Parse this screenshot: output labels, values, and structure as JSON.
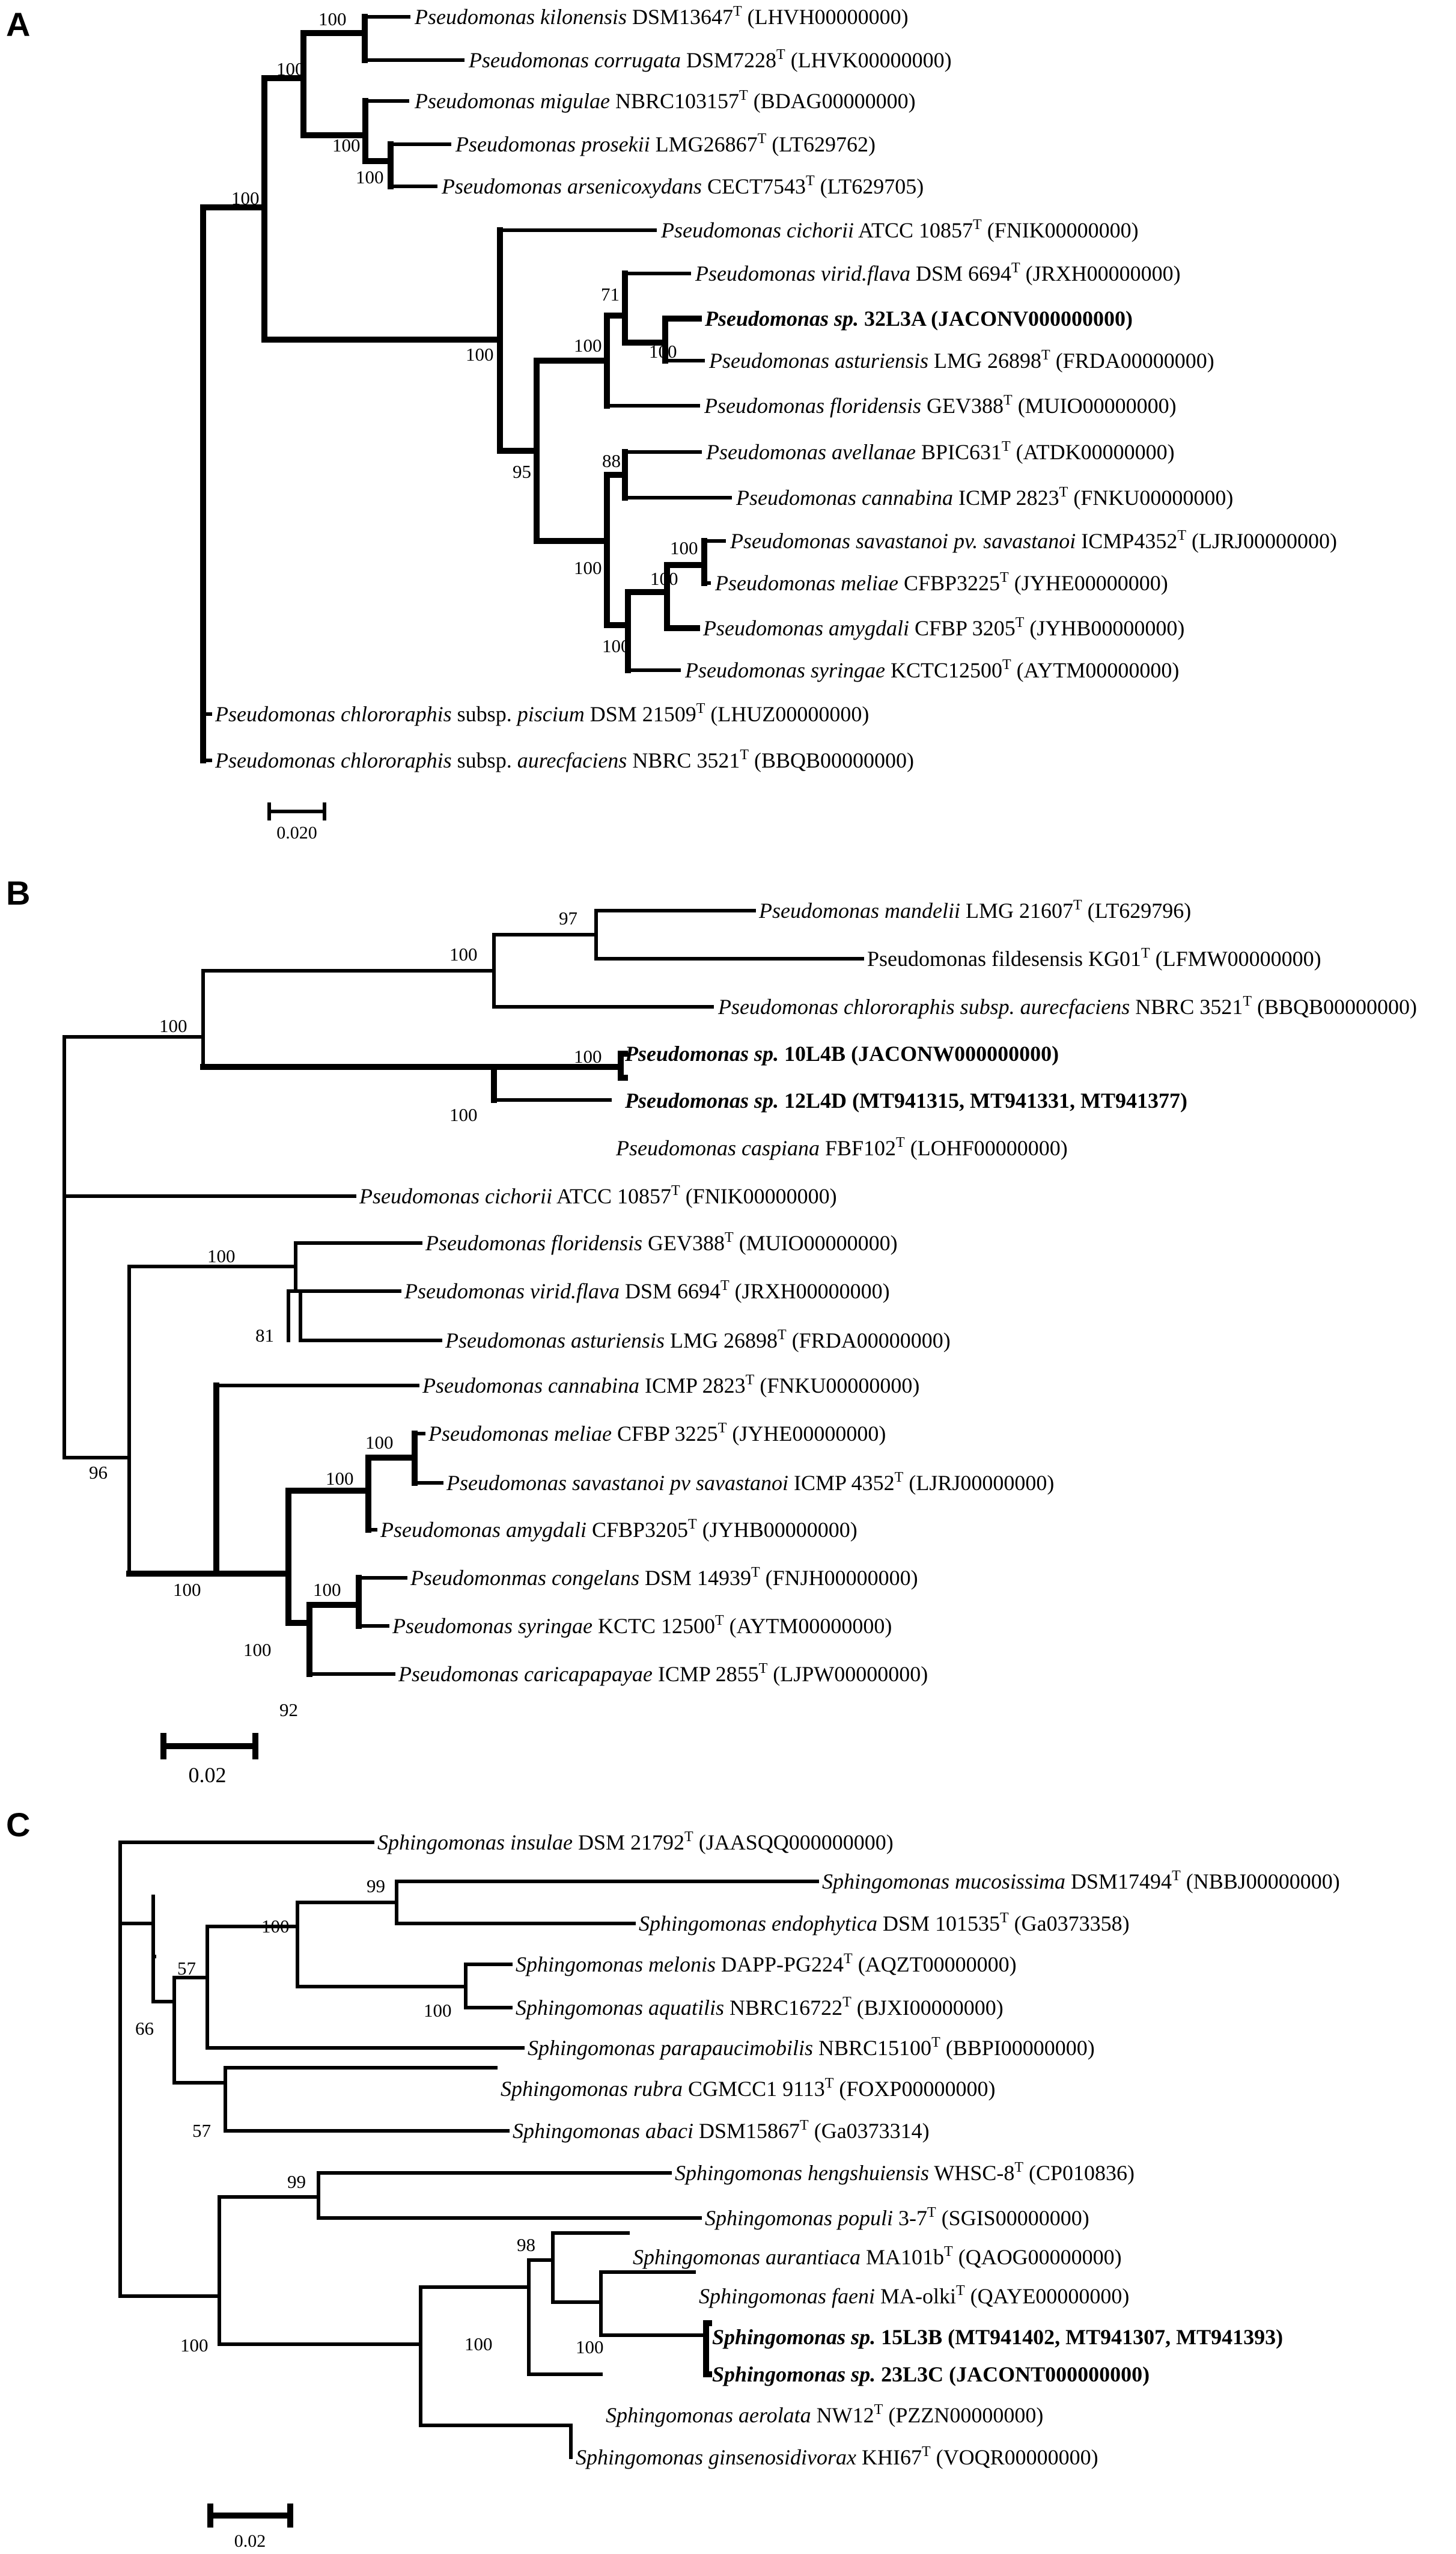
{
  "panels": [
    {
      "letter": "A",
      "scale_label": "0.020",
      "taxa": [
        {
          "id": "A1",
          "genus": "Pseudomonas kilonensis",
          "strain": "DSM13647",
          "sup": "T",
          "accession": "(LHVH00000000)",
          "bold": false
        },
        {
          "id": "A2",
          "genus": "Pseudomonas corrugata",
          "strain": "DSM7228",
          "sup": "T",
          "accession": "(LHVK00000000)",
          "bold": false
        },
        {
          "id": "A3",
          "genus": "Pseudomonas migulae",
          "strain": "NBRC103157",
          "sup": "T",
          "accession": "(BDAG00000000)",
          "bold": false
        },
        {
          "id": "A4",
          "genus": "Pseudomonas prosekii",
          "strain": "LMG26867",
          "sup": "T",
          "accession": "(LT629762)",
          "bold": false
        },
        {
          "id": "A5",
          "genus": "Pseudomonas arsenicoxydans",
          "strain": "CECT7543",
          "sup": "T",
          "accession": "(LT629705)",
          "bold": false
        },
        {
          "id": "A6",
          "genus": "Pseudomonas cichorii",
          "strain": "ATCC 10857",
          "sup": "T",
          "accession": "(FNIK00000000)",
          "bold": false
        },
        {
          "id": "A7",
          "genus": "Pseudomonas virid.flava",
          "strain": "DSM 6694",
          "sup": "T",
          "accession": "(JRXH00000000)",
          "bold": false
        },
        {
          "id": "A8",
          "genus": "Pseudomonas sp.",
          "strain": "32L3A",
          "sup": "",
          "accession": "(JACONV000000000)",
          "bold": true
        },
        {
          "id": "A9",
          "genus": "Pseudomonas asturiensis",
          "strain": "LMG 26898",
          "sup": "T",
          "accession": "(FRDA00000000)",
          "bold": false
        },
        {
          "id": "A10",
          "genus": "Pseudomonas floridensis",
          "strain": "GEV388",
          "sup": "T",
          "accession": "(MUIO00000000)",
          "bold": false
        },
        {
          "id": "A11",
          "genus": "Pseudomonas avellanae",
          "strain": "BPIC631",
          "sup": "T",
          "accession": "(ATDK00000000)",
          "bold": false
        },
        {
          "id": "A12",
          "genus": "Pseudomonas cannabina",
          "strain": "ICMP 2823",
          "sup": "T",
          "accession": "(FNKU00000000)",
          "bold": false
        },
        {
          "id": "A13",
          "genus": "Pseudomonas savastanoi pv. savastanoi",
          "strain": "ICMP4352",
          "sup": "T",
          "accession": "(LJRJ00000000)",
          "bold": false
        },
        {
          "id": "A14",
          "genus": "Pseudomonas meliae",
          "strain": "CFBP3225",
          "sup": "T",
          "accession": "(JYHE00000000)",
          "bold": false
        },
        {
          "id": "A15",
          "genus": "Pseudomonas amygdali",
          "strain": "CFBP 3205",
          "sup": "T",
          "accession": "(JYHB00000000)",
          "bold": false
        },
        {
          "id": "A16",
          "genus": "Pseudomonas syringae",
          "strain": "KCTC12500",
          "sup": "T",
          "accession": "(AYTM00000000)",
          "bold": false
        },
        {
          "id": "A17",
          "genus": "Pseudomonas chlororaphis",
          "subsp": "subsp.",
          "subname": "piscium",
          "strain": "DSM 21509",
          "sup": "T",
          "accession": "(LHUZ00000000)",
          "bold": false
        },
        {
          "id": "A18",
          "genus": "Pseudomonas chlororaphis",
          "subsp": "subsp.",
          "subname": "aurecfaciens",
          "strain": "NBRC 3521",
          "sup": "T",
          "accession": "(BBQB00000000)",
          "bold": false
        }
      ],
      "bootstraps": [
        "100",
        "100",
        "100",
        "100",
        "100",
        "71",
        "100",
        "100",
        "100",
        "95",
        "88",
        "100",
        "100",
        "100",
        "100"
      ]
    },
    {
      "letter": "B",
      "scale_label": "0.02",
      "taxa": [
        {
          "id": "B1",
          "genus": "Pseudomonas mandelii",
          "strain": "LMG 21607",
          "sup": "T",
          "accession": "(LT629796)",
          "bold": false
        },
        {
          "id": "B2",
          "genus": "",
          "plain": "Pseudomonas fildesensis",
          "strain": "KG01",
          "sup": "T",
          "accession": "(LFMW00000000)",
          "bold": false
        },
        {
          "id": "B3",
          "genus": "Pseudomonas chlororaphis subsp. aurecfaciens",
          "strain": "NBRC 3521",
          "sup": "T",
          "accession": "(BBQB00000000)",
          "bold": false
        },
        {
          "id": "B4",
          "genus": "Pseudomonas sp.",
          "strain": "10L4B",
          "sup": "",
          "accession": "(JACONW000000000)",
          "bold": true
        },
        {
          "id": "B5",
          "genus": "Pseudomonas sp.",
          "strain": "12L4D",
          "sup": "",
          "accession": "(MT941315, MT941331, MT941377)",
          "bold": true
        },
        {
          "id": "B6",
          "genus": "Pseudomonas caspiana",
          "strain": "FBF102",
          "sup": "T",
          "accession": "(LOHF00000000)",
          "bold": false
        },
        {
          "id": "B7",
          "genus": "Pseudomonas cichorii",
          "strain": "ATCC 10857",
          "sup": "T",
          "accession": "(FNIK00000000)",
          "bold": false
        },
        {
          "id": "B8",
          "genus": "Pseudomonas floridensis",
          "strain": "GEV388",
          "sup": "T",
          "accession": "(MUIO00000000)",
          "bold": false
        },
        {
          "id": "B9",
          "genus": "Pseudomonas virid.flava",
          "strain": "DSM 6694",
          "sup": "T",
          "accession": "(JRXH00000000)",
          "bold": false
        },
        {
          "id": "B10",
          "genus": "Pseudomonas asturiensis",
          "strain": "LMG 26898",
          "sup": "T",
          "accession": "(FRDA00000000)",
          "bold": false
        },
        {
          "id": "B11",
          "genus": "Pseudomonas cannabina",
          "strain": "ICMP 2823",
          "sup": "T",
          "accession": "(FNKU00000000)",
          "bold": false
        },
        {
          "id": "B12",
          "genus": "Pseudomonas meliae",
          "strain": "CFBP 3225",
          "sup": "T",
          "accession": "(JYHE00000000)",
          "bold": false
        },
        {
          "id": "B13",
          "genus": "Pseudomonas savastanoi pv savastanoi",
          "strain": "ICMP 4352",
          "sup": "T",
          "accession": "(LJRJ00000000)",
          "bold": false
        },
        {
          "id": "B14",
          "genus": "Pseudomonas amygdali",
          "strain": "CFBP3205",
          "sup": "T",
          "accession": "(JYHB00000000)",
          "bold": false
        },
        {
          "id": "B15",
          "genus": "Pseudomonmas congelans",
          "strain": "DSM 14939",
          "sup": "T",
          "accession": "(FNJH00000000)",
          "bold": false
        },
        {
          "id": "B16",
          "genus": "Pseudomonas syringae",
          "strain": "KCTC 12500",
          "sup": "T",
          "accession": "(AYTM00000000)",
          "bold": false
        },
        {
          "id": "B17",
          "genus": "Pseudomonas caricapapayae",
          "strain": "ICMP 2855",
          "sup": "T",
          "accession": "(LJPW00000000)",
          "bold": false
        }
      ],
      "bootstraps": [
        "97",
        "100",
        "100",
        "100",
        "100",
        "100",
        "81",
        "96",
        "100",
        "100",
        "100",
        "100",
        "100",
        "92"
      ]
    },
    {
      "letter": "C",
      "scale_label": "0.02",
      "taxa": [
        {
          "id": "C1",
          "genus": "Sphingomonas insulae",
          "strain": "DSM 21792",
          "sup": "T",
          "accession": "(JAASQQ000000000)",
          "bold": false
        },
        {
          "id": "C2",
          "genus": "Sphingomonas mucosissima",
          "strain": "DSM17494",
          "sup": "T",
          "accession": "(NBBJ00000000)",
          "bold": false
        },
        {
          "id": "C3",
          "genus": "Sphingomonas endophytica",
          "strain": "DSM 101535",
          "sup": "T",
          "accession": "(Ga0373358)",
          "bold": false
        },
        {
          "id": "C4",
          "genus": "Sphingomonas melonis",
          "strain": "DAPP-PG224",
          "sup": "T",
          "accession": "(AQZT00000000)",
          "bold": false
        },
        {
          "id": "C5",
          "genus": "Sphingomonas aquatilis",
          "strain": "NBRC16722",
          "sup": "T",
          "accession": "(BJXI00000000)",
          "bold": false
        },
        {
          "id": "C6",
          "genus": "Sphingomonas parapaucimobilis",
          "strain": "NBRC15100",
          "sup": "T",
          "accession": "(BBPI00000000)",
          "bold": false
        },
        {
          "id": "C7",
          "genus": "Sphingomonas rubra",
          "strain": "CGMCC1 9113",
          "sup": "T",
          "accession": "(FOXP00000000)",
          "bold": false
        },
        {
          "id": "C8",
          "genus": "Sphingomonas abaci",
          "strain": "DSM15867",
          "sup": "T",
          "accession": "(Ga0373314)",
          "bold": false
        },
        {
          "id": "C9",
          "genus": "Sphingomonas hengshuiensis",
          "strain": "WHSC-8",
          "sup": "T",
          "accession": "(CP010836)",
          "bold": false
        },
        {
          "id": "C10",
          "genus": "Sphingomonas populi",
          "strain": "3-7",
          "sup": "T",
          "accession": "(SGIS00000000)",
          "bold": false
        },
        {
          "id": "C11",
          "genus": "Sphingomonas aurantiaca",
          "strain": "MA101b",
          "sup": "T",
          "accession": "(QAOG00000000)",
          "bold": false
        },
        {
          "id": "C12",
          "genus": "Sphingomonas faeni",
          "strain": "MA-olki",
          "sup": "T",
          "accession": "(QAYE00000000)",
          "bold": false
        },
        {
          "id": "C13",
          "genus": "Sphingomonas sp.",
          "strain": "15L3B",
          "sup": "",
          "accession": "(MT941402, MT941307, MT941393)",
          "bold": true
        },
        {
          "id": "C14",
          "genus": "Sphingomonas sp.",
          "strain": "23L3C",
          "sup": "",
          "accession": "(JACONT000000000)",
          "bold": true
        },
        {
          "id": "C15",
          "genus": "Sphingomonas aerolata",
          "strain": "NW12",
          "sup": "T",
          "accession": "(PZZN00000000)",
          "bold": false
        },
        {
          "id": "C16",
          "genus": "Sphingomonas ginsenosidivorax",
          "strain": "KHI67",
          "sup": "T",
          "accession": "(VOQR00000000)",
          "bold": false
        }
      ],
      "bootstraps": [
        "99",
        "100",
        "100",
        "57",
        "66",
        "57",
        "99",
        "98",
        "100",
        "100",
        "100"
      ]
    }
  ]
}
